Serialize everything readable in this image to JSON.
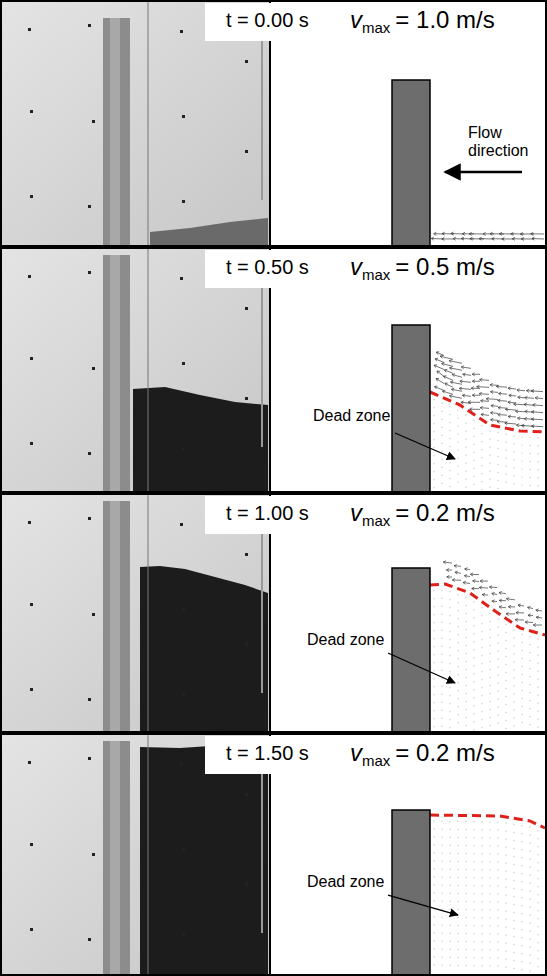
{
  "diagram": {
    "labels": [
      "t = 0.00 s",
      "v",
      "max",
      "= 1.0 m/s",
      "Flow direction",
      "t = 0.50 s",
      "v",
      "max",
      "= 0.5 m/s",
      "Dead zone",
      "t = 1.00 s",
      "v",
      "max",
      "= 0.2 m/s",
      "Dead zone",
      "t = 1.50 s",
      "v",
      "max",
      "= 0.2 m/s",
      "Dead zone"
    ]
  }
}
